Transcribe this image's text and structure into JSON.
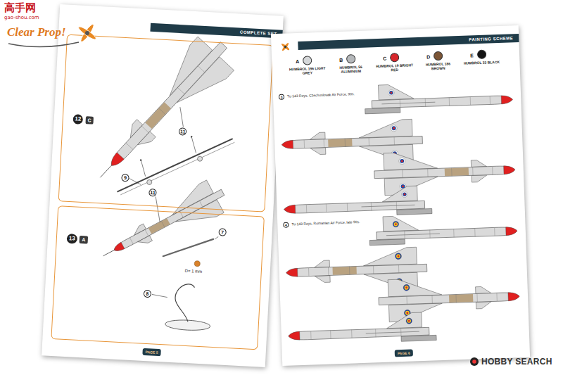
{
  "diagram": {
    "nodes": [
      {
        "text": [
          "COMPLETE SET",
          "PAGE 5"
        ]
      },
      {
        "text": [
          "12",
          "C"
        ],
        "in": 0
      },
      {
        "text": [
          "13",
          "A"
        ],
        "in": 0
      },
      {
        "text": [
          "PAINTING SCHEME",
          "PAGE 6"
        ]
      }
    ],
    "labels": [
      "高手网",
      "gao-shou.com",
      "Clear Prop!",
      "11",
      "9",
      "11",
      "7",
      "D= 1 mm",
      "8",
      "A",
      "B",
      "C",
      "D",
      "E",
      "3",
      "Tu-143 Reys, Czechoslovak Air Force, 90s.",
      "4",
      "Tu-143 Reys, Romanian Air Force, late 90s.",
      "HOBBY SEARCH"
    ],
    "legend": [
      {
        "text": "HUMBROL 196 LIGHT GREY",
        "color": "#d4d6d8"
      },
      {
        "text": "HUMBROL 56 ALUMINIUM",
        "color": "#b5b8bb"
      },
      {
        "text": "HUMBROL 19 BRIGHT RED",
        "color": "#d7262b"
      },
      {
        "text": "HUMBROL 186 BROWN",
        "color": "#7b5536"
      },
      {
        "text": "HUMBROL 33 BLACK",
        "color": "#141414"
      }
    ]
  }
}
